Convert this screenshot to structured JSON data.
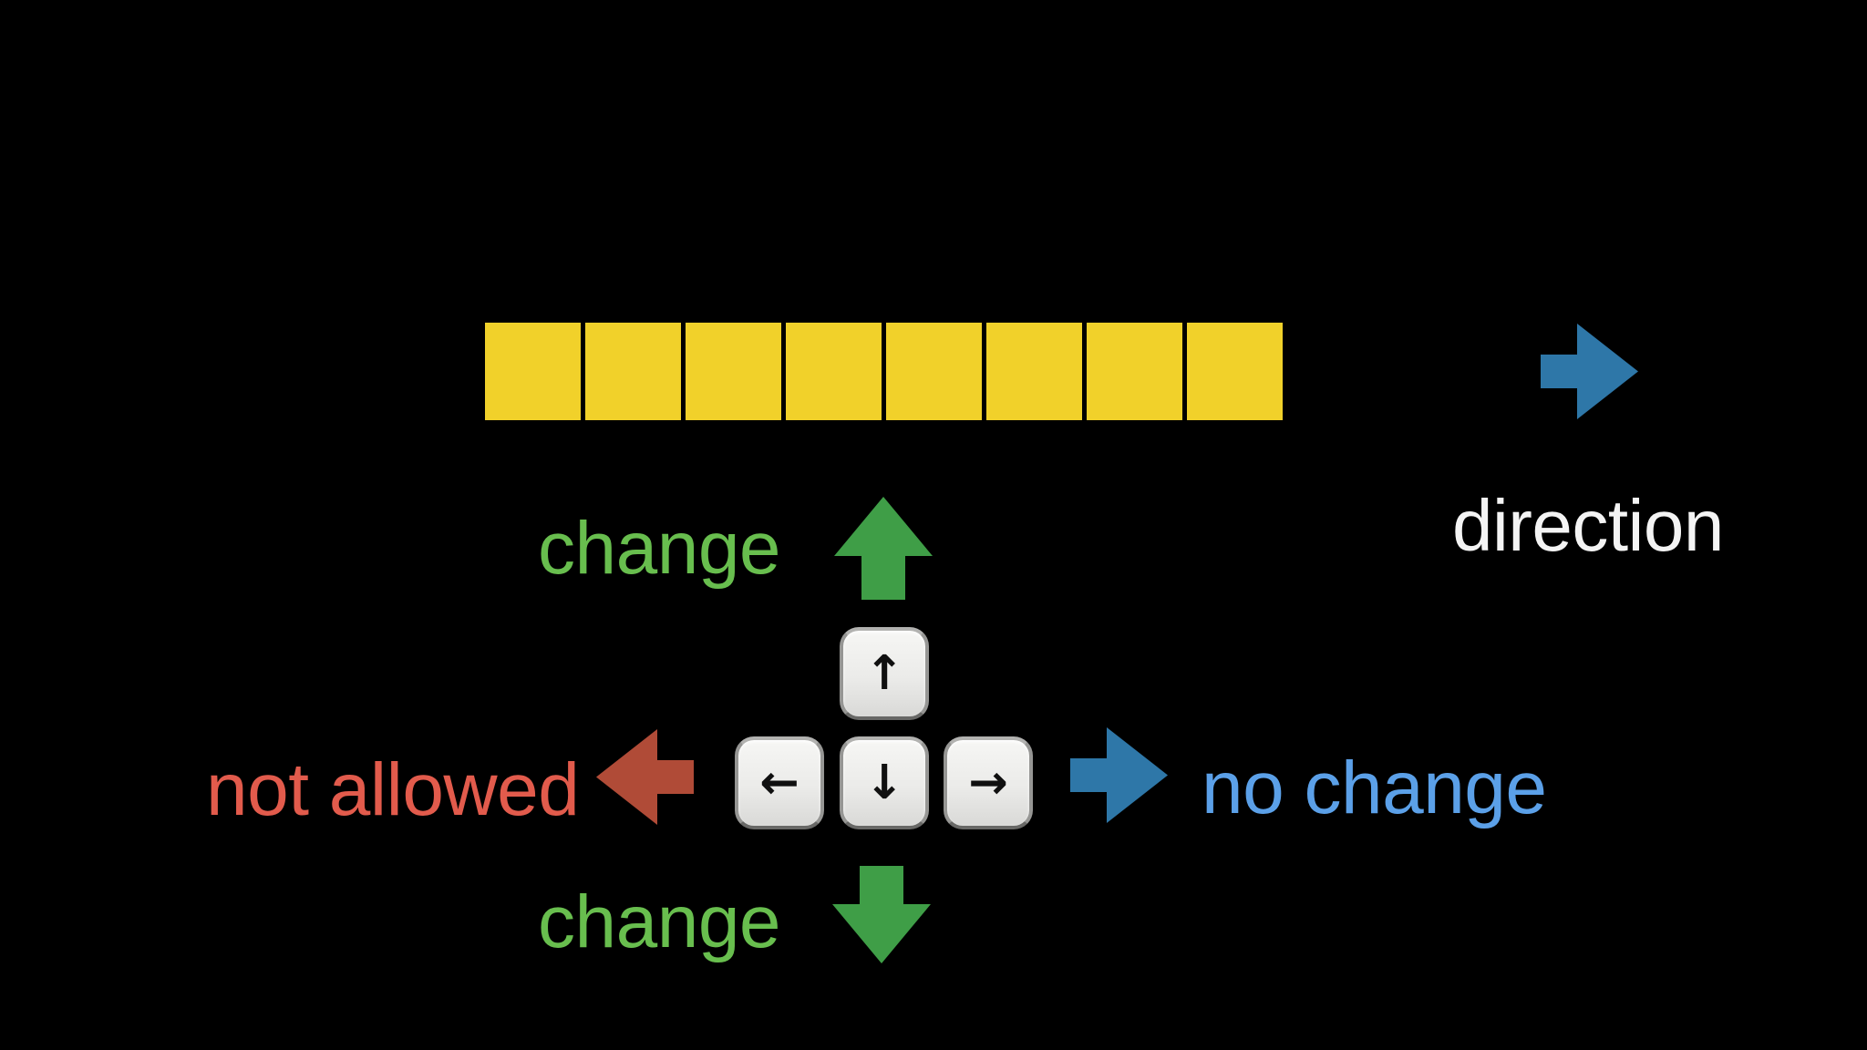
{
  "background_color": "#000000",
  "strip": {
    "cell_count": 8,
    "cell_color": "#F1D12A"
  },
  "direction": {
    "label": "direction",
    "text_color": "#F4F4F4",
    "arrow_color": "#2E77A8"
  },
  "annotations": {
    "up": {
      "label": "change",
      "text_color": "#68BE4E",
      "arrow_color": "#3F9E47"
    },
    "down": {
      "label": "change",
      "text_color": "#68BE4E",
      "arrow_color": "#3F9E47"
    },
    "left": {
      "label": "not allowed",
      "text_color": "#E25B4C",
      "arrow_color": "#B04B37"
    },
    "right": {
      "label": "no change",
      "text_color": "#5BA0E8",
      "arrow_color": "#2E77A8"
    }
  },
  "keys": {
    "up": "↑",
    "down": "↓",
    "left": "←",
    "right": "→"
  }
}
